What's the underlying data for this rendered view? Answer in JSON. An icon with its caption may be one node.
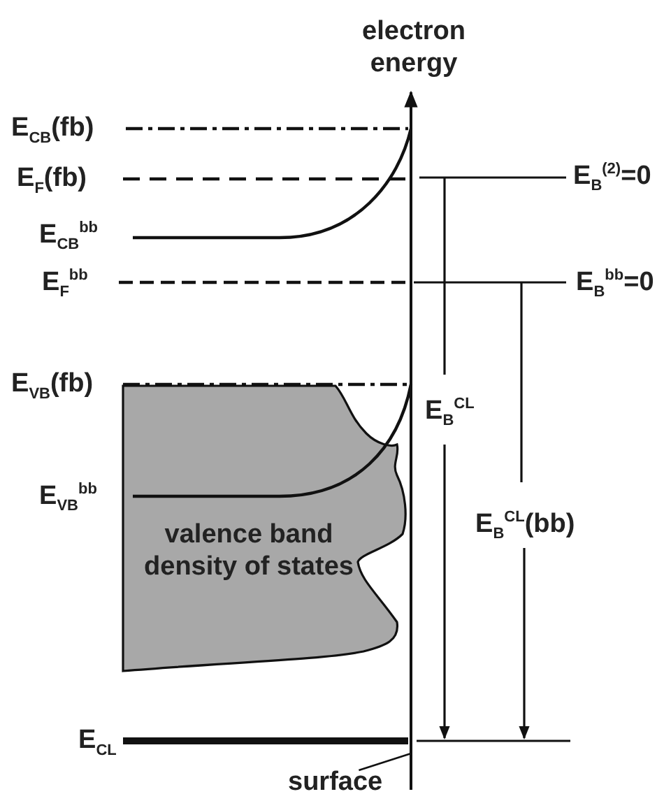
{
  "diagram": {
    "nodes": [
      {
        "text": [
          "surface"
        ]
      },
      {
        "text": [],
        "shape": "bar"
      }
    ],
    "edges": [
      {
        "from": 0,
        "to": 1,
        "arrow": "none"
      }
    ],
    "labels": [
      "electron energy",
      "E$_{CB}$(fb)",
      "E$_{F}$(fb)",
      "E$_{B}$$^{(2)}$=0",
      "E$_{CB}$$^{bb}$",
      "E$_{F}$$^{bb}$",
      "E$_{B}$$^{bb}$=0",
      "E$_{VB}$(fb)",
      "E$_{B}$$^{CL}$",
      "E$_{VB}$$^{bb}$",
      "E$_{B}$$^{CL}$(bb)",
      "valence band density of states",
      "E$_{CL}$"
    ]
  }
}
